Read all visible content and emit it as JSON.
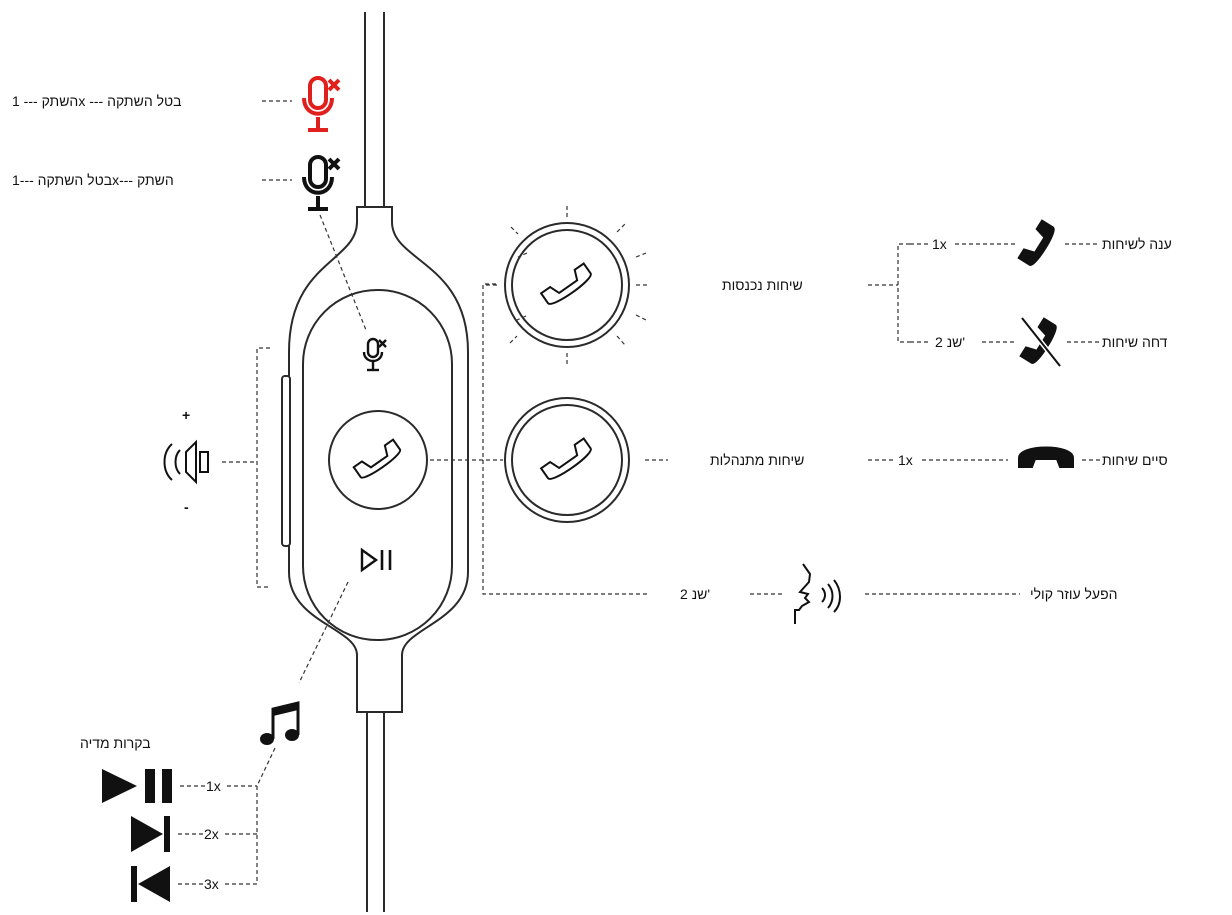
{
  "colors": {
    "line": "#2a2a2a",
    "text": "#111111",
    "accent_red": "#e0201c"
  },
  "mute": {
    "unmute_text": "השתק --- 1x --- בטל השתקה",
    "mute_text": "בטל השתקה ---1x--- השתק"
  },
  "volume": {
    "plus": "+",
    "minus": "-"
  },
  "calls": {
    "incoming_label": "שיחות נכנסות",
    "answer_count": "1x",
    "answer_label": "ענה לשיחות",
    "reject_count": "2 שנ'",
    "reject_label": "דחה שיחות",
    "ongoing_label": "שיחות מתנהלות",
    "end_count": "1x",
    "end_label": "סיים שיחות",
    "assistant_count": "2 שנ'",
    "assistant_label": "הפעל עוזר  קולי"
  },
  "media": {
    "title": "בקרות  מדיה",
    "play_pause_count": "1x",
    "next_count": "2x",
    "prev_count": "3x"
  },
  "icons": [
    "mic-muted-red-icon",
    "mic-mute-icon",
    "speaker-icon",
    "phone-icon",
    "play-pause-icon",
    "music-note-icon",
    "handset-answer-icon",
    "handset-reject-icon",
    "handset-hangup-icon",
    "voice-assistant-icon",
    "next-track-icon",
    "previous-track-icon"
  ]
}
